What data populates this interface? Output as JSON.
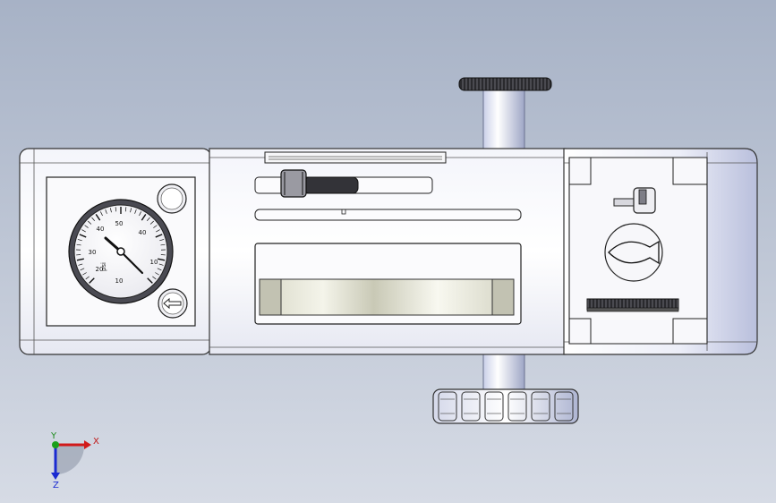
{
  "viewport": {
    "background_top": "#a7b2c6",
    "background_bottom": "#d6dbe5"
  },
  "gauge": {
    "tick_labels": [
      "10",
      "20",
      "30",
      "40",
      "50",
      "40",
      "10"
    ],
    "unit_label": "psi"
  },
  "triad": {
    "x_label": "X",
    "y_label": "Y",
    "z_label": "Z",
    "x_color": "#d11a1a",
    "y_color": "#1aa01a",
    "z_color": "#1a2ad1"
  }
}
